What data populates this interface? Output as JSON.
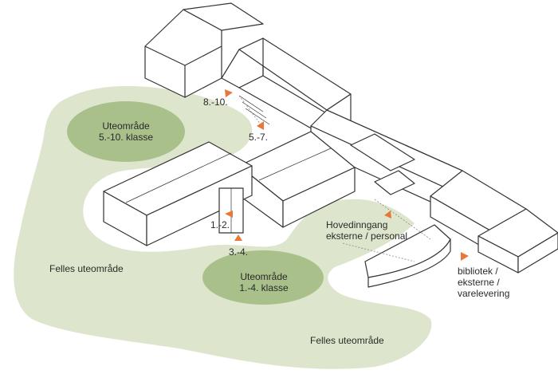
{
  "zones": {
    "upper_yard": {
      "line1": "Uteområde",
      "line2": "5.-10. klasse"
    },
    "lower_yard": {
      "line1": "Uteområde",
      "line2": "1.-4. klasse"
    },
    "common_left": "Felles uteområde",
    "common_bottom": "Felles uteområde"
  },
  "entrances": {
    "grade_8_10": "8.-10.",
    "grade_5_7": "5.-7.",
    "grade_1_2": "1.-2.",
    "grade_3_4": "3.-4.",
    "main_entrance": {
      "line1": "Hovedinngang",
      "line2": "eksterne / personal"
    },
    "library": {
      "line1": "bibliotek /",
      "line2": "eksterne /",
      "line3": "varelevering"
    }
  },
  "colors": {
    "common_area": "#dde6cd",
    "class_yard": "#a9c08a",
    "arrow": "#e8783a",
    "outline": "#333333"
  }
}
